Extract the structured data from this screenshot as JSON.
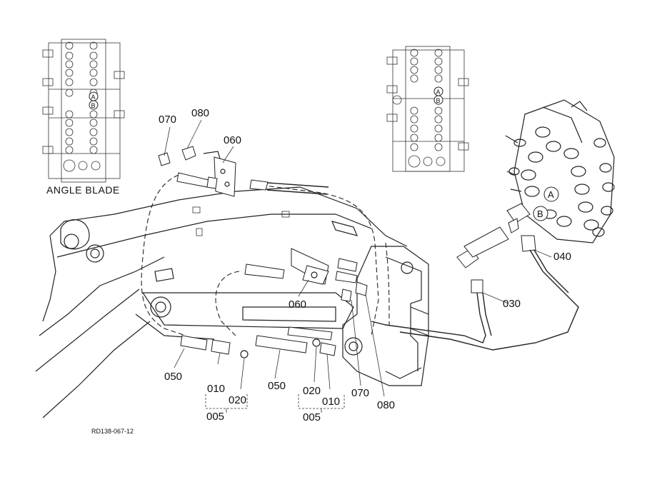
{
  "diagram": {
    "caption": "ANGLE BLADE",
    "drawing_code": "RD138-067-12",
    "port_labels": [
      "A",
      "B"
    ],
    "callouts": {
      "c070_top": "070",
      "c080_top": "080",
      "c060_top": "060",
      "c060_mid": "060",
      "c030": "030",
      "c040": "040",
      "c050_left": "050",
      "c010_left": "010",
      "c020_left": "020",
      "c005_left": "005",
      "c050_mid": "050",
      "c020_right": "020",
      "c010_right": "010",
      "c005_right": "005",
      "c070_bottom": "070",
      "c080_bottom": "080"
    }
  }
}
